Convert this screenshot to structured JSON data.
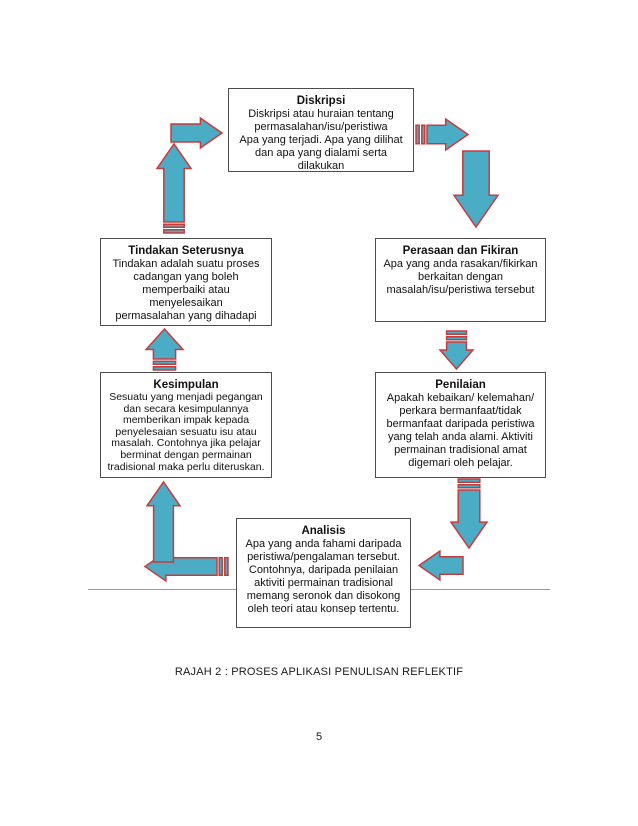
{
  "document": {
    "caption": "RAJAH 2 : PROSES APLIKASI PENULISAN REFLEKTIF",
    "page_number": "5"
  },
  "diagram": {
    "boxes": {
      "diskripsi": {
        "title": "Diskripsi",
        "body": "Diskripsi atau huraian tentang\npermasalahan/isu/peristiwa\nApa yang terjadi. Apa yang dilihat\ndan apa yang dialami serta\ndilakukan"
      },
      "perasaan": {
        "title": "Perasaan dan Fikiran",
        "body": "Apa yang anda rasakan/fikirkan\nberkaitan dengan\nmasalah/isu/peristiwa tersebut"
      },
      "penilaian": {
        "title": "Penilaian",
        "body": "Apakah  kebaikan/ kelemahan/\nperkara bermanfaat/tidak\nbermanfaat daripada peristiwa\nyang telah anda alami. Aktiviti\npermainan tradisional amat\ndigemari oleh pelajar."
      },
      "analisis": {
        "title": "Analisis",
        "body": "Apa yang anda fahami daripada\nperistiwa/pengalaman tersebut.\nContohnya, daripada penilaian\naktiviti permainan tradisional\nmemang seronok dan disokong\noleh teori atau konsep tertentu."
      },
      "kesimpulan": {
        "title": "Kesimpulan",
        "body": "Sesuatu yang menjadi pegangan\ndan secara kesimpulannya\nmemberikan impak kepada\npenyelesaian sesuatu isu atau\nmasalah. Contohnya jika pelajar\nberminat dengan permainan\ntradisional maka perlu diteruskan."
      },
      "tindakan": {
        "title": "Tindakan Seterusnya",
        "body": "Tindakan adalah suatu proses\ncadangan yang boleh\nmemperbaiki atau menyelesaikan\npermasalahan yang dihadapi"
      }
    },
    "arrows": [
      {
        "name": "arrow-tindakan-to-diskripsi-right",
        "direction": "right",
        "striped": false
      },
      {
        "name": "arrow-tindakan-up",
        "direction": "up",
        "striped": true
      },
      {
        "name": "arrow-diskripsi-right",
        "direction": "right",
        "striped": true
      },
      {
        "name": "arrow-into-perasaan-down",
        "direction": "down",
        "striped": false
      },
      {
        "name": "arrow-perasaan-to-penilaian-down",
        "direction": "down",
        "striped": true
      },
      {
        "name": "arrow-penilaian-down",
        "direction": "down",
        "striped": true
      },
      {
        "name": "arrow-into-analisis-left",
        "direction": "left",
        "striped": false
      },
      {
        "name": "arrow-analisis-left",
        "direction": "left",
        "striped": true
      },
      {
        "name": "arrow-into-kesimpulan-up",
        "direction": "up",
        "striped": false
      },
      {
        "name": "arrow-kesimpulan-to-tindakan-up",
        "direction": "up",
        "striped": true
      }
    ],
    "colors": {
      "arrow_fill": "#4BACC6",
      "arrow_stroke": "#CB3A3A",
      "box_border": "#4D4D4D"
    }
  }
}
